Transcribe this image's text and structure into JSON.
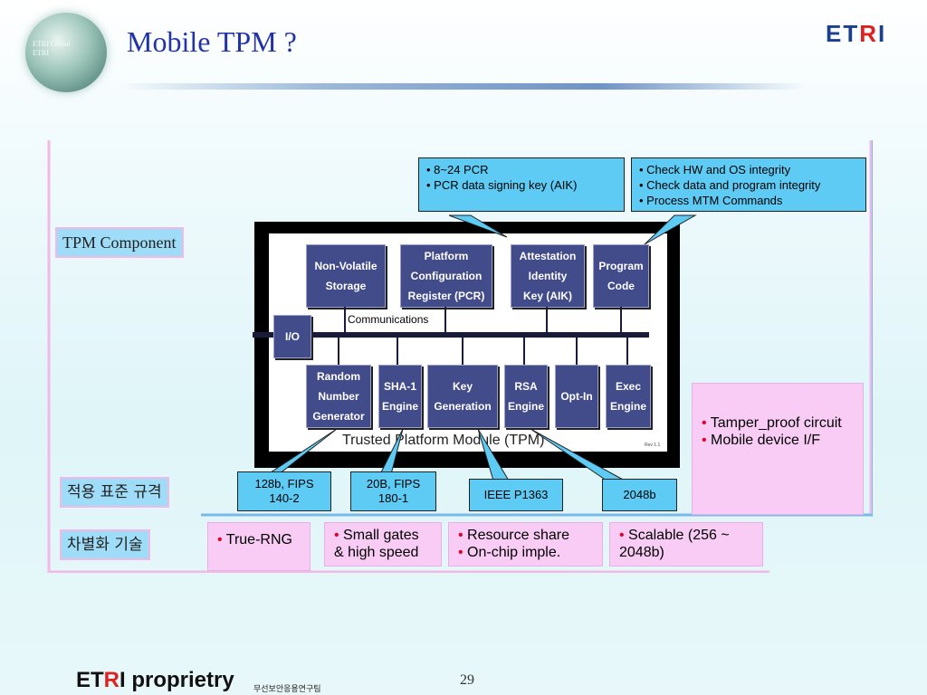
{
  "header": {
    "title": "Mobile TPM ?",
    "globe_text": "ETRI Global\nETRI",
    "logo": "ETRI"
  },
  "side_labels": {
    "tpm_component": "TPM Component",
    "standards": "적용 표준 규격",
    "differentiation": "차별화 기술"
  },
  "tpm": {
    "caption": "Trusted Platform Module (TPM)",
    "communications_label": "Communications",
    "rev": "Rev 1.1",
    "top_blocks": [
      "Non-Volatile\nStorage",
      "Platform\nConfiguration\nRegister (PCR)",
      "Attestation\nIdentity\nKey (AIK)",
      "Program\nCode"
    ],
    "io_block": "I/O",
    "bottom_blocks": [
      "Random\nNumber\nGenerator",
      "SHA-1\nEngine",
      "Key\nGeneration",
      "RSA\nEngine",
      "Opt-In",
      "Exec\nEngine"
    ]
  },
  "callouts": {
    "pcr": "• 8~24 PCR\n• PCR data signing key (AIK)",
    "program": "• Check HW and OS integrity\n• Check data and program integrity\n• Process MTM Commands"
  },
  "mobile_box": {
    "items": [
      "Tamper_proof circuit",
      "Mobile device I/F"
    ]
  },
  "standards": [
    "128b, FIPS\n140-2",
    "20B, FIPS\n180-1",
    "IEEE P1363",
    "2048b"
  ],
  "differentiation": {
    "rng": "True-RNG",
    "sha_1": "Small gates",
    "sha_2": "& high speed",
    "key_1": "Resource share",
    "key_2": "On-chip imple.",
    "rsa_1": "Scalable (256 ~",
    "rsa_2": "2048b)"
  },
  "footer": {
    "brand": "ETRI proprietry",
    "team": "무선보안응용연구팀",
    "page": "29"
  },
  "colors": {
    "title": "#2233a8",
    "block": "#424c8a",
    "callout": "#5ecbf5",
    "pink": "#f8ccf4",
    "bullet": "#e1002a"
  }
}
